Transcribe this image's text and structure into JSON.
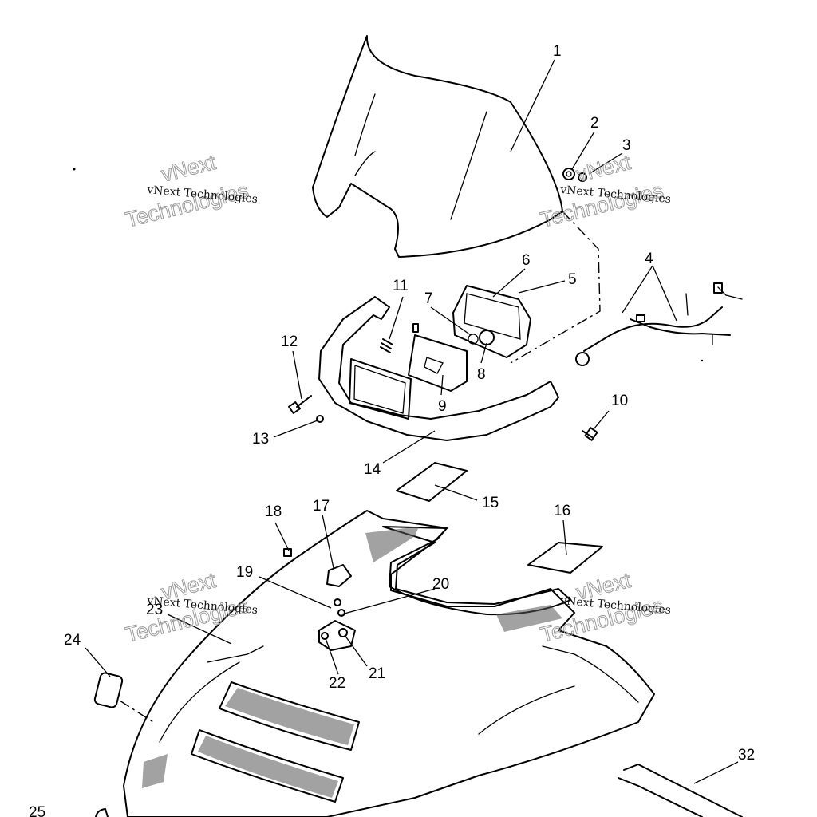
{
  "watermark": {
    "line1": "vNext Technologies",
    "outline_word1": "vNext",
    "outline_word2": "Technologies"
  },
  "callouts": [
    "1",
    "2",
    "3",
    "4",
    "5",
    "6",
    "7",
    "8",
    "9",
    "10",
    "11",
    "12",
    "13",
    "14",
    "15",
    "16",
    "17",
    "18",
    "19",
    "20",
    "21",
    "22",
    "23",
    "24",
    "25",
    "32"
  ]
}
